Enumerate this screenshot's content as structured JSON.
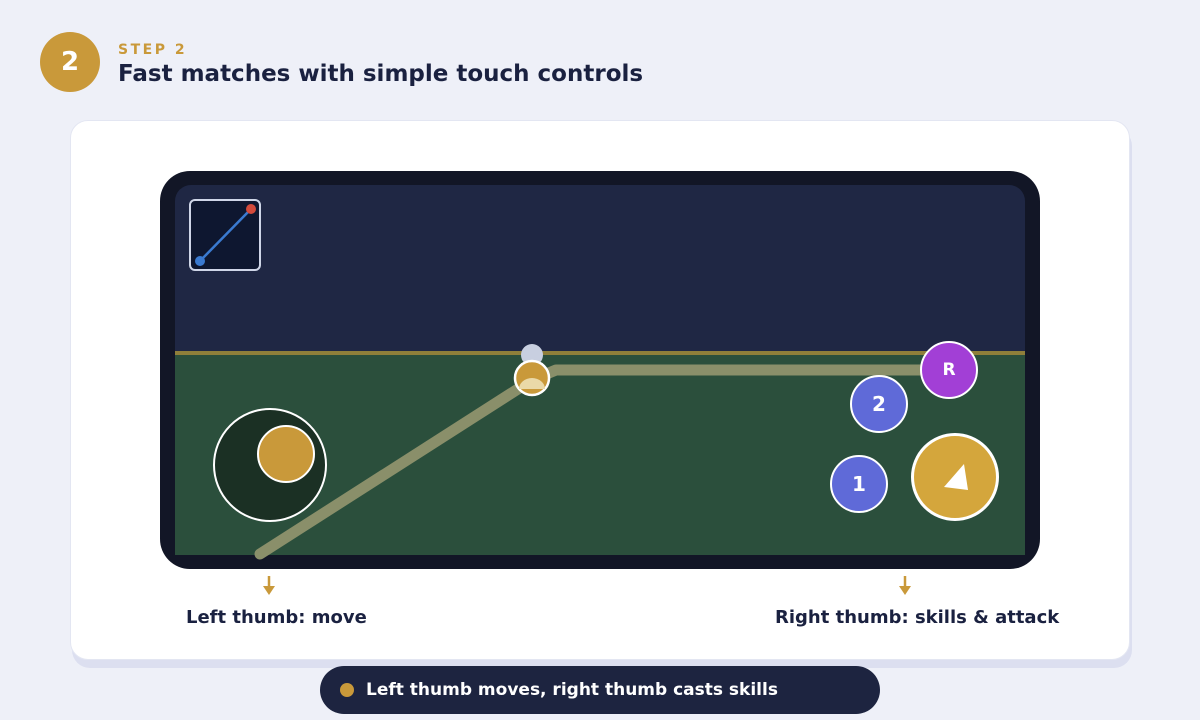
{
  "step": {
    "number": "2",
    "label": "STEP 2",
    "title": "Fast matches with simple touch controls"
  },
  "controls": {
    "skill_1_label": "1",
    "skill_2_label": "2",
    "skill_r_label": "R",
    "attack_icon": "triangle-icon"
  },
  "labels": {
    "left_thumb": "Left thumb: move",
    "right_thumb": "Right thumb: skills & attack"
  },
  "caption": {
    "text": "Left thumb moves, right thumb casts skills"
  },
  "colors": {
    "accent": "#c9993a",
    "sky": "#1f2744",
    "field": "#2b4f3c",
    "skill": "#5f6ad8",
    "ultimate": "#a23fd6",
    "caption_bg": "#1d2440"
  }
}
